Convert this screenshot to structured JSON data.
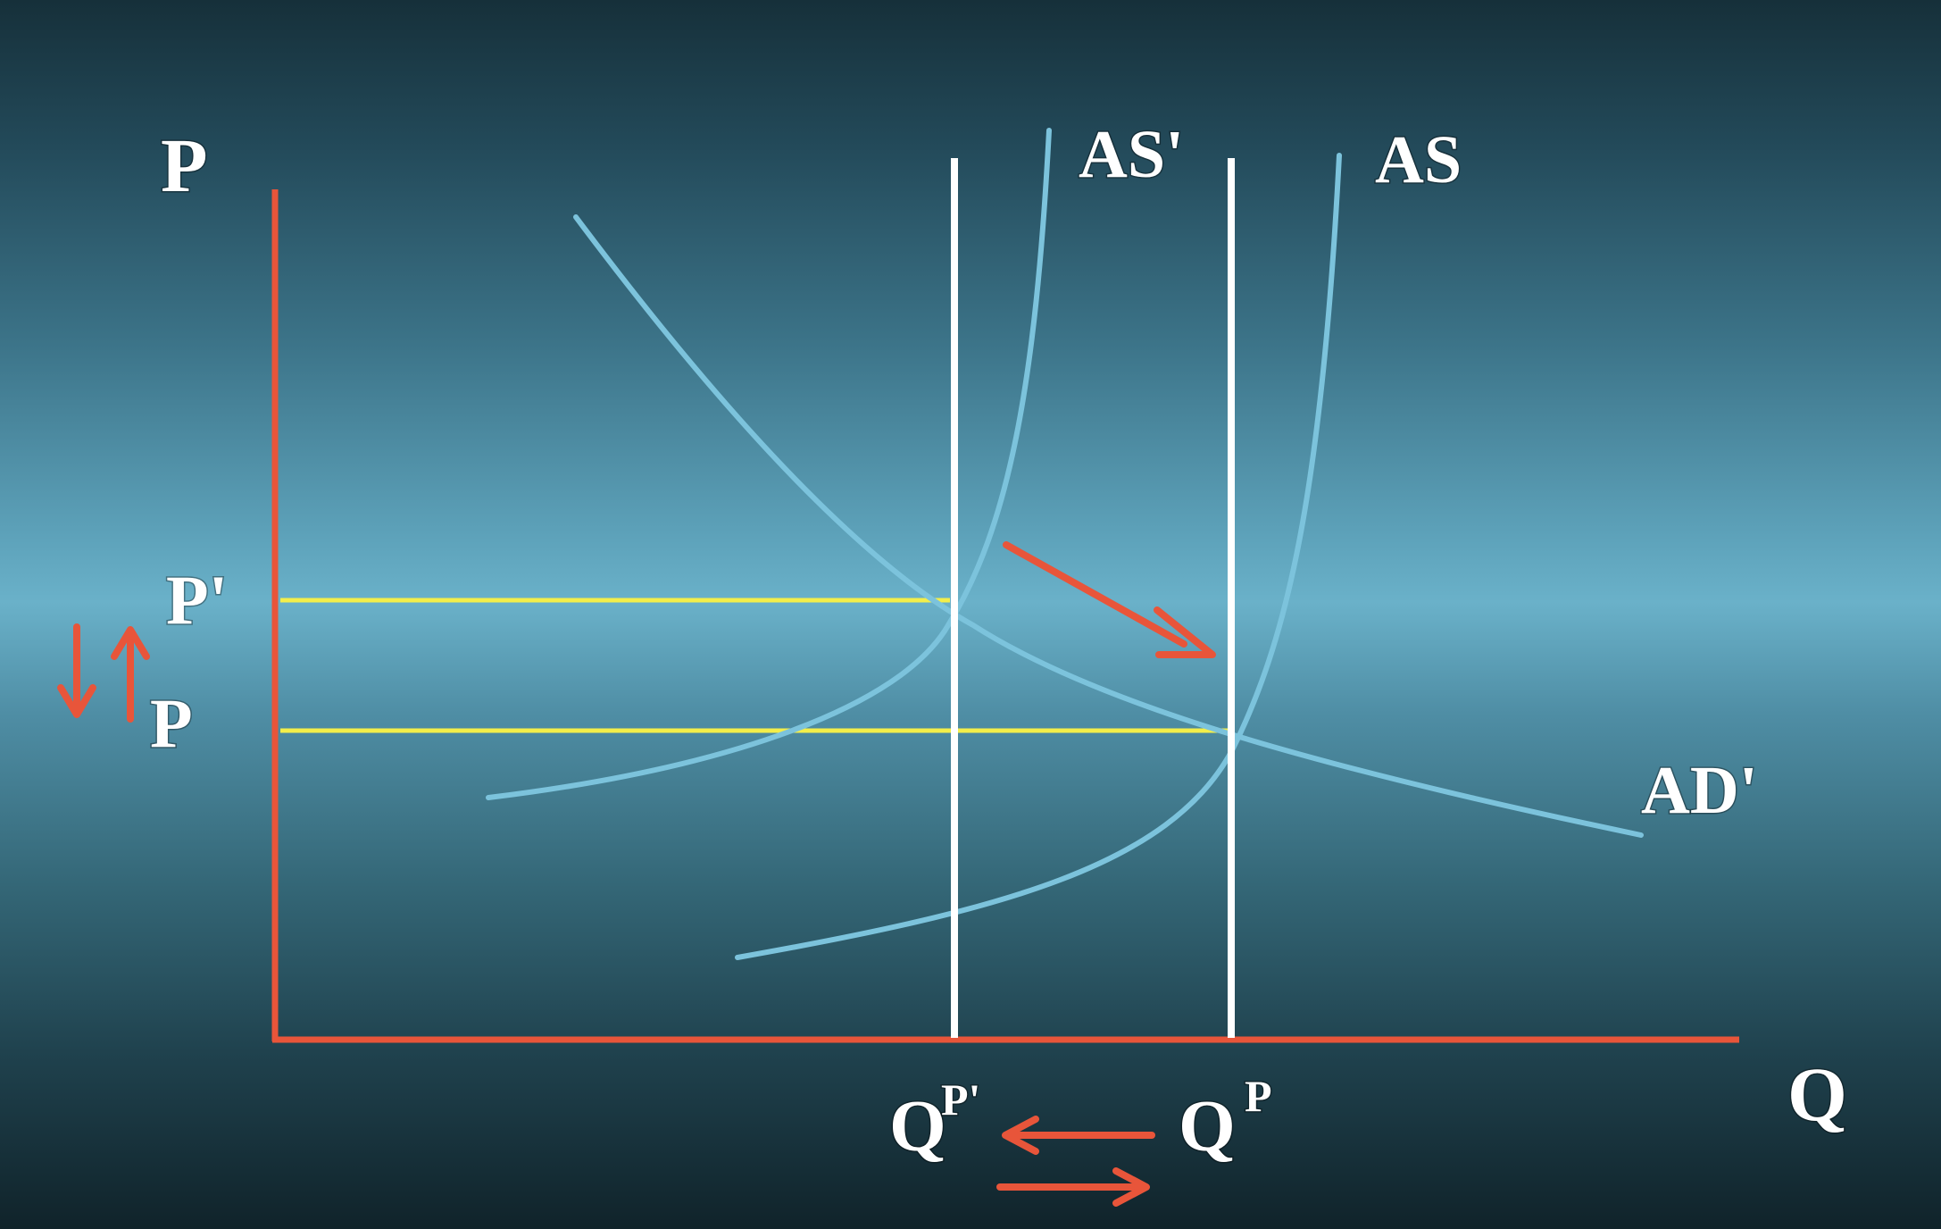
{
  "labels": {
    "y_axis": "P",
    "x_axis": "Q",
    "as_prime": "AS'",
    "as": "AS",
    "ad_prime": "AD'",
    "price_prime": "P'",
    "price": "P",
    "q_potential_prime_base": "Q",
    "q_potential_prime_sup": "P'",
    "q_potential_base": "Q",
    "q_potential_sup": "P"
  },
  "colors": {
    "axis": "#e8553a",
    "curves": "#7cc3dc",
    "vertical_lines": "#ffffff",
    "price_lines": "#f3ee4a",
    "arrows": "#e8553a",
    "text": "#ffffff"
  }
}
